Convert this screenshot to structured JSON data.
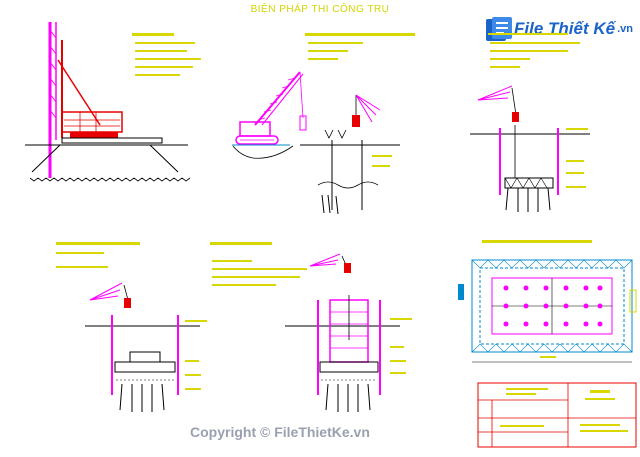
{
  "title": "BIỆN PHÁP THI CÔNG TRỤ",
  "watermark": {
    "brand": "File Thiết Kế",
    "domain": ".vn",
    "copyright": "Copyright © FileThietKe.vn"
  },
  "colors": {
    "magenta": "#ff00ff",
    "yellow": "#d8d800",
    "red": "#e80000",
    "black": "#000000",
    "cyan": "#0088cc",
    "brand_blue": "#1a63c9"
  },
  "icons": [
    "pile-driver",
    "crawler-crane",
    "crane-bucket",
    "sheet-pile-cofferdam",
    "pile-group-plan",
    "title-block"
  ]
}
